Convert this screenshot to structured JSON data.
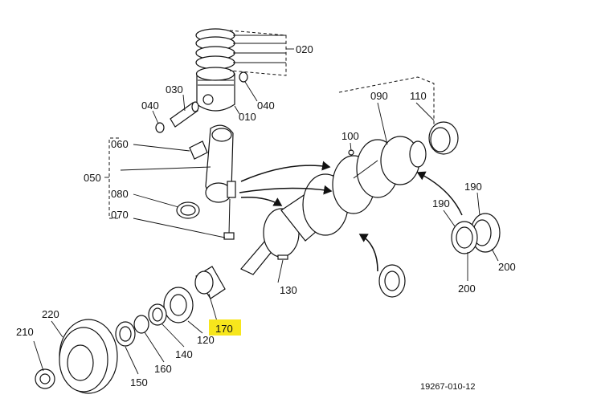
{
  "diagram": {
    "highlight_color": "#f7e61c",
    "part_labels": {
      "p010": "010",
      "p020": "020",
      "p030": "030",
      "p040a": "040",
      "p040b": "040",
      "p050": "050",
      "p060": "060",
      "p070": "070",
      "p080": "080",
      "p090": "090",
      "p100": "100",
      "p110": "110",
      "p120": "120",
      "p130": "130",
      "p140": "140",
      "p150": "150",
      "p160": "160",
      "p170": "170",
      "p190a": "190",
      "p190b": "190",
      "p200a": "200",
      "p200b": "200",
      "p210": "210",
      "p220": "220"
    },
    "highlighted_part": "170",
    "reference_number": "19267-010-12"
  }
}
